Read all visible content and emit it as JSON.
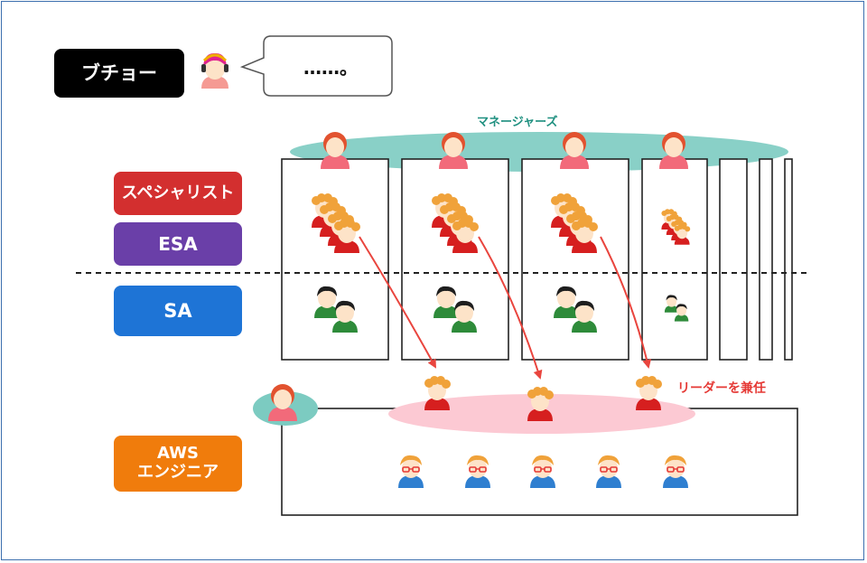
{
  "bucho_label": "ブチョー",
  "speech_text": "……。",
  "managers_label": "マネージャーズ",
  "roles": {
    "specialist": "スペシャリスト",
    "esa": "ESA",
    "sa": "SA",
    "aws_line1": "AWS",
    "aws_line2": "エンジニア"
  },
  "leader_label": "リーダーを兼任",
  "colors": {
    "managers_ellipse": "#7ccbc1",
    "leaders_ellipse": "#fcc9d3",
    "arrow": "#e9453e",
    "specialist": "#d32f2f",
    "esa": "#6a3fa8",
    "sa": "#1e74d6",
    "aws": "#f07c0c"
  }
}
